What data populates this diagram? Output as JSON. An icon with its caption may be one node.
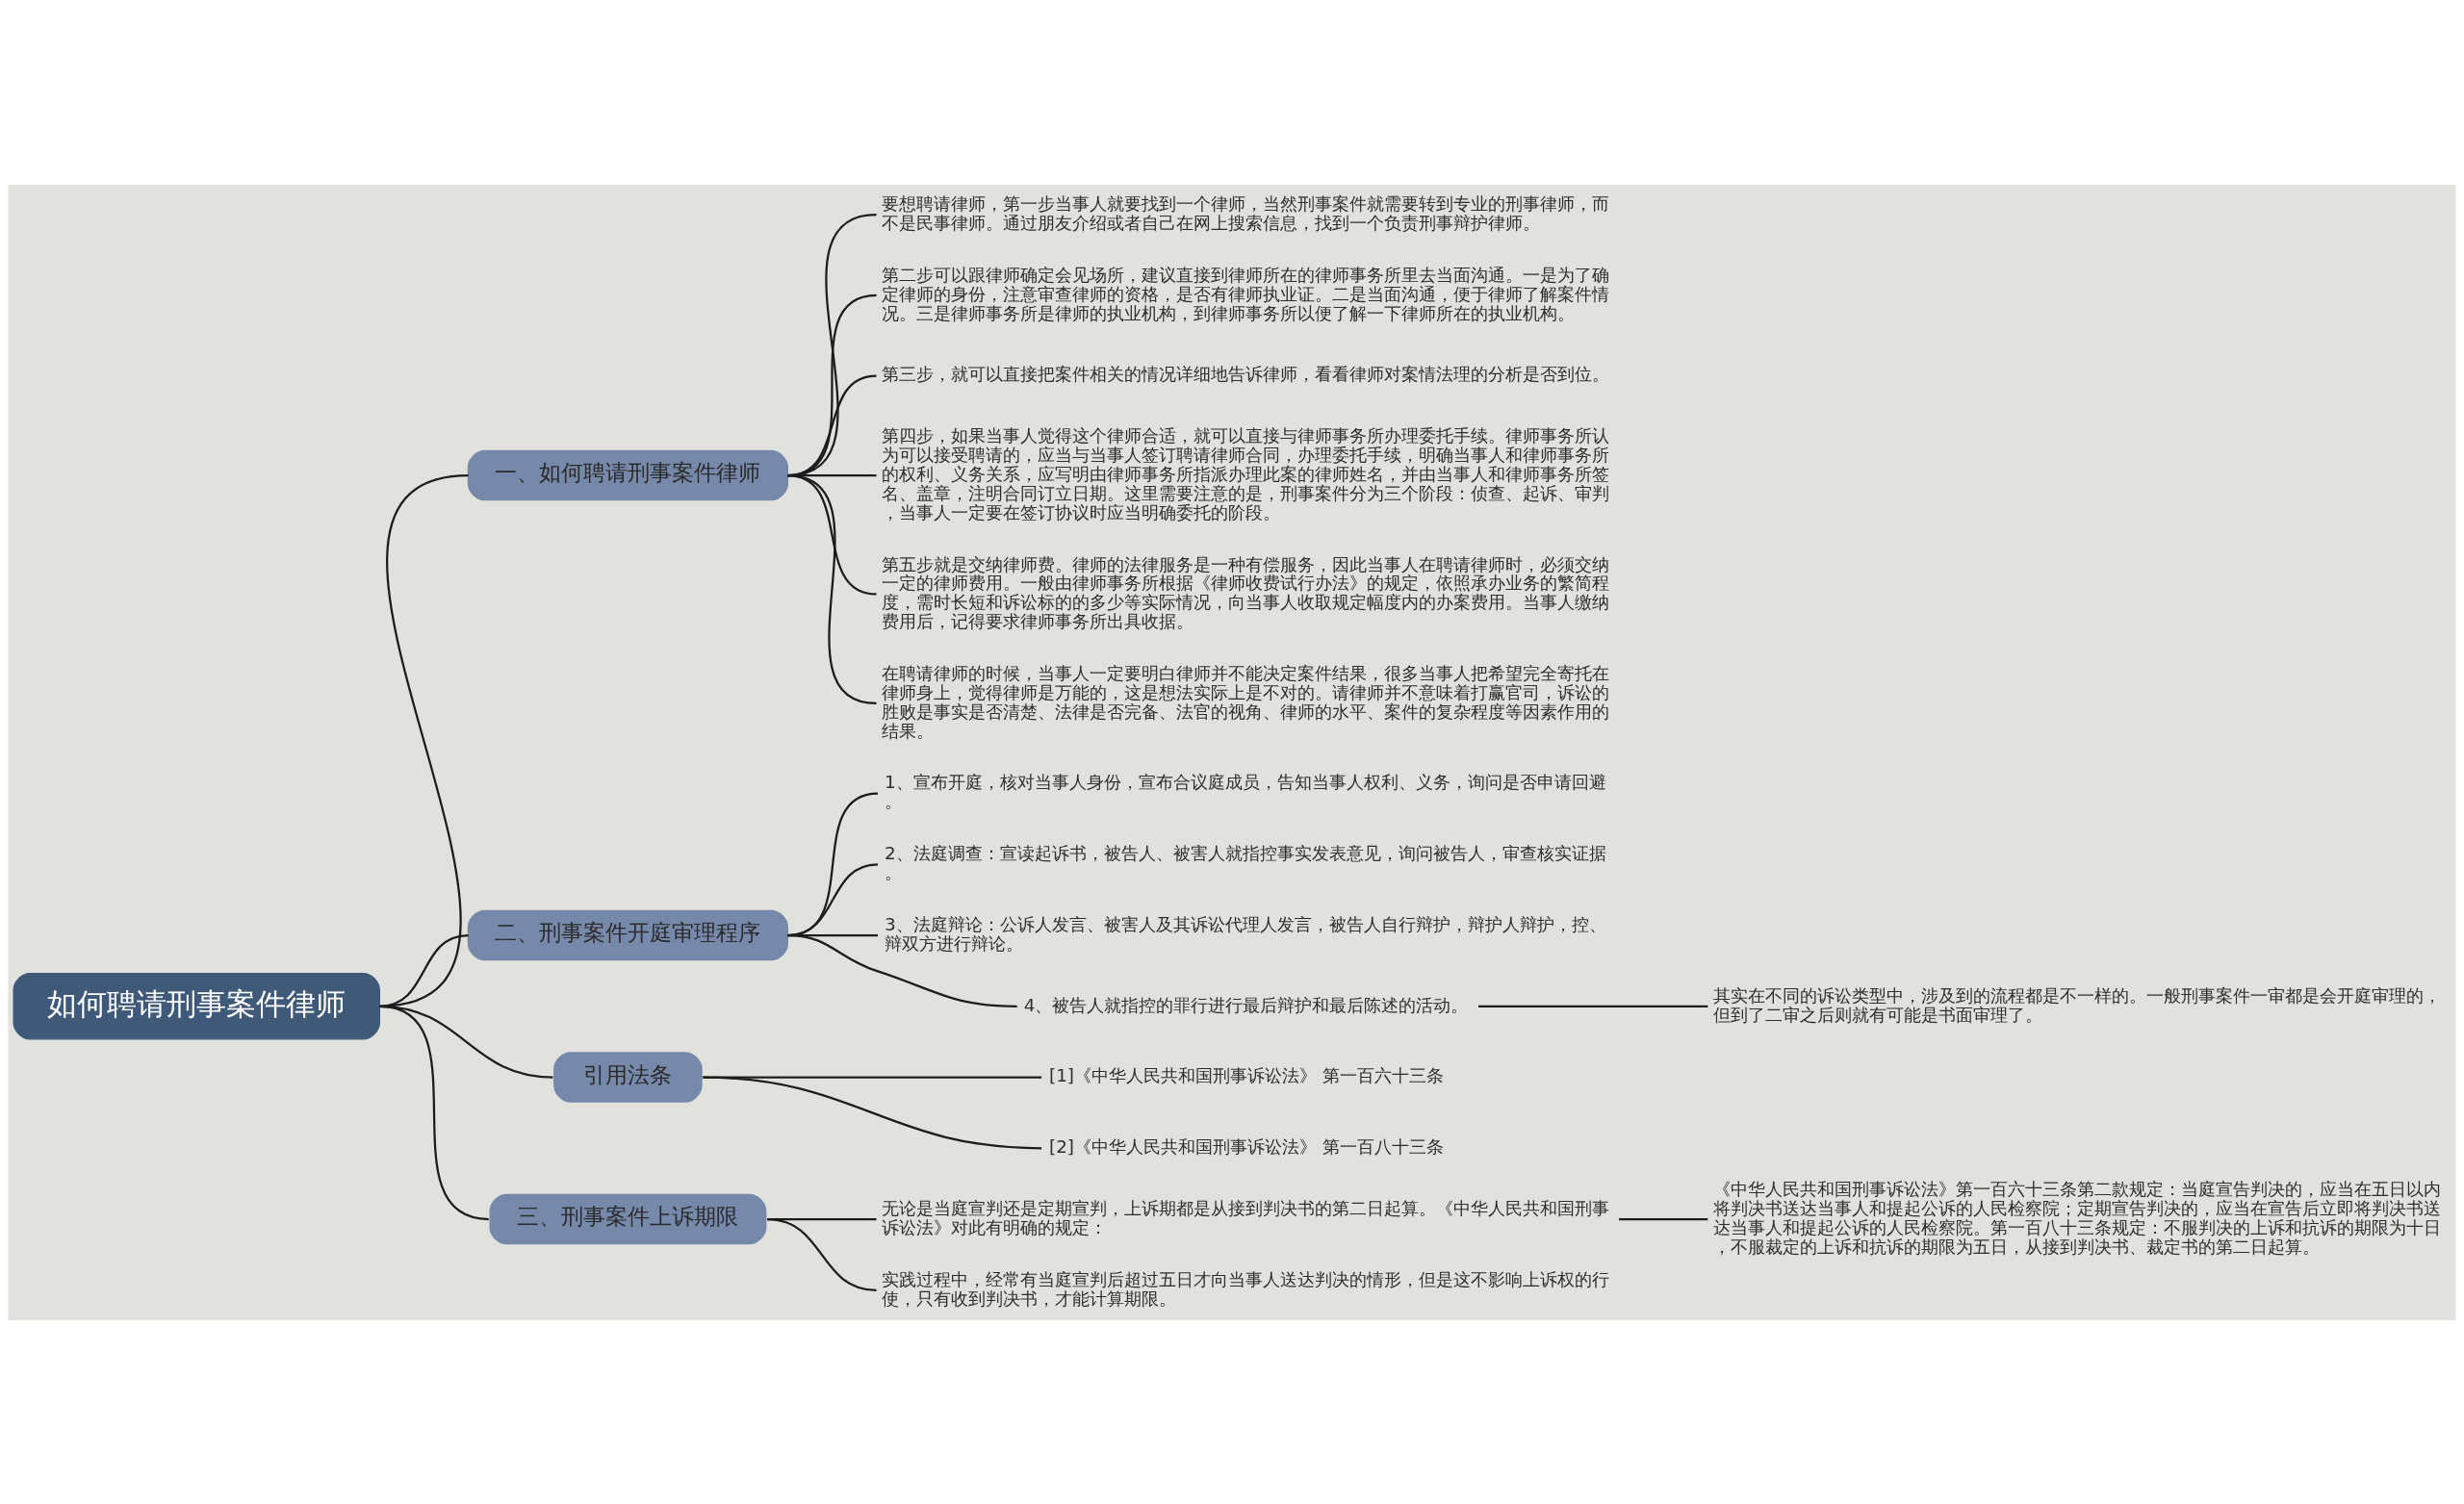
{
  "diagram": {
    "nodes": [
      {
        "text": [
          "如何聘请刑事案件律师"
        ]
      },
      {
        "text": [
          "一、如何聘请刑事案件律师"
        ]
      },
      {
        "text": [
          "要想聘请律师，第一步当事人就要找到一个律师，当然刑事案件就需要转到专业的刑事律师，而不是民事律师。通过朋友介绍或者自己在网上搜索信息，找到一个负责刑事辩护律师。"
        ]
      },
      {
        "text": [
          "第二步可以跟律师确定会见场所，建议直接到律师所在的律师事务所里去当面沟通。一是为了确定律师的身份，注意审查律师的资格，是否有律师执业证。二是当面沟通，便于律师了解案件情况。三是律师事务所是律师的执业机构，到律师事务所以便了解一下律师所在的执业机构。"
        ]
      },
      {
        "text": [
          "第三步，就可以直接把案件相关的情况详细地告诉律师，看看律师对案情法理的分析是否到位。"
        ]
      },
      {
        "text": [
          "第四步，如果当事人觉得这个律师合适，就可以直接与律师事务所办理委托手续。律师事务所认为可以接受聘请的，应当与当事人签订聘请律师合同，办理委托手续，明确当事人和律师事务所的权利、义务关系，应写明由律师事务所指派办理此案的律师姓名，并由当事人和律师事务所签名、盖章，注明合同订立日期。这里需要注意的是，刑事案件分为三个阶段：侦查、起诉、审判，当事人一定要在签订协议时应当明确委托的阶段。"
        ]
      },
      {
        "text": [
          "第五步就是交纳律师费。律师的法律服务是一种有偿服务，因此当事人在聘请律师时，必须交纳一定的律师费用。一般由律师事务所根据《律师收费试行办法》的规定，依照承办业务的繁简程度，需时长短和诉讼标的的多少等实际情况，向当事人收取规定幅度内的办案费用。当事人缴纳费用后，记得要求律师事务所出具收据。"
        ]
      },
      {
        "text": [
          "在聘请律师的时候，当事人一定要明白律师并不能决定案件结果，很多当事人把希望完全寄托在律师身上，觉得律师是万能的，这是想法实际上是不对的。请律师并不意味着打赢官司，诉讼的胜败是事实是否清楚、法律是否完备、法官的视角、律师的水平、案件的复杂程度等因素作用的结果。"
        ]
      },
      {
        "text": [
          "二、刑事案件开庭审理程序"
        ]
      },
      {
        "text": [
          "1、宣布开庭，核对当事人身份，宣布合议庭成员，告知当事人权利、义务，询问是否申请回避。"
        ]
      },
      {
        "text": [
          "2、法庭调查：宣读起诉书，被告人、被害人就指控事实发表意见，询问被告人，审查核实证据。"
        ]
      },
      {
        "text": [
          "3、法庭辩论：公诉人发言、被害人及其诉讼代理人发言，被告人自行辩护，辩护人辩护，控、辩双方进行辩论。"
        ]
      },
      {
        "text": [
          "4、被告人就指控的罪行进行最后辩护和最后陈述的活动。"
        ]
      },
      {
        "text": [
          "其实在不同的诉讼类型中，涉及到的流程都是不一样的。一般刑事案件一审都是会开庭审理的，但到了二审之后则就有可能是书面审理了。"
        ]
      },
      {
        "text": [
          "引用法条"
        ]
      },
      {
        "text": [
          "[1]《中华人民共和国刑事诉讼法》 第一百六十三条"
        ]
      },
      {
        "text": [
          "[2]《中华人民共和国刑事诉讼法》 第一百八十三条"
        ]
      },
      {
        "text": [
          "三、刑事案件上诉期限"
        ]
      },
      {
        "text": [
          "无论是当庭宣判还是定期宣判，上诉期都是从接到判决书的第二日起算。《中华人民共和国刑事诉讼法》对此有明确的规定："
        ]
      },
      {
        "text": [
          "《中华人民共和国刑事诉讼法》第一百六十三条第二款规定：当庭宣告判决的，应当在五日以内将判决书送达当事人和提起公诉的人民检察院；定期宣告判决的，应当在宣告后立即将判决书送达当事人和提起公诉的人民检察院。第一百八十三条规定：不服判决的上诉和抗诉的期限为十日，不服裁定的上诉和抗诉的期限为五日，从接到判决书、裁定书的第二日起算。"
        ]
      },
      {
        "text": [
          "实践过程中，经常有当庭宣判后超过五日才向当事人送达判决的情形，但是这不影响上诉权的行使，只有收到判决书，才能计算期限。"
        ]
      }
    ],
    "edges": [
      {
        "from": 0,
        "to": 1,
        "arrow": "none"
      },
      {
        "from": 1,
        "to": 2,
        "arrow": "none"
      },
      {
        "from": 1,
        "to": 3,
        "arrow": "none"
      },
      {
        "from": 1,
        "to": 4,
        "arrow": "none"
      },
      {
        "from": 1,
        "to": 5,
        "arrow": "none"
      },
      {
        "from": 1,
        "to": 6,
        "arrow": "none"
      },
      {
        "from": 1,
        "to": 7,
        "arrow": "none"
      },
      {
        "from": 0,
        "to": 8,
        "arrow": "none"
      },
      {
        "from": 8,
        "to": 9,
        "arrow": "none"
      },
      {
        "from": 8,
        "to": 10,
        "arrow": "none"
      },
      {
        "from": 8,
        "to": 11,
        "arrow": "none"
      },
      {
        "from": 8,
        "to": 12,
        "arrow": "none"
      },
      {
        "from": 12,
        "to": 13,
        "arrow": "none"
      },
      {
        "from": 0,
        "to": 14,
        "arrow": "none"
      },
      {
        "from": 14,
        "to": 15,
        "arrow": "none"
      },
      {
        "from": 14,
        "to": 16,
        "arrow": "none"
      },
      {
        "from": 0,
        "to": 17,
        "arrow": "none"
      },
      {
        "from": 17,
        "to": 18,
        "arrow": "none"
      },
      {
        "from": 18,
        "to": 19,
        "arrow": "none"
      },
      {
        "from": 17,
        "to": 20,
        "arrow": "none"
      }
    ]
  }
}
